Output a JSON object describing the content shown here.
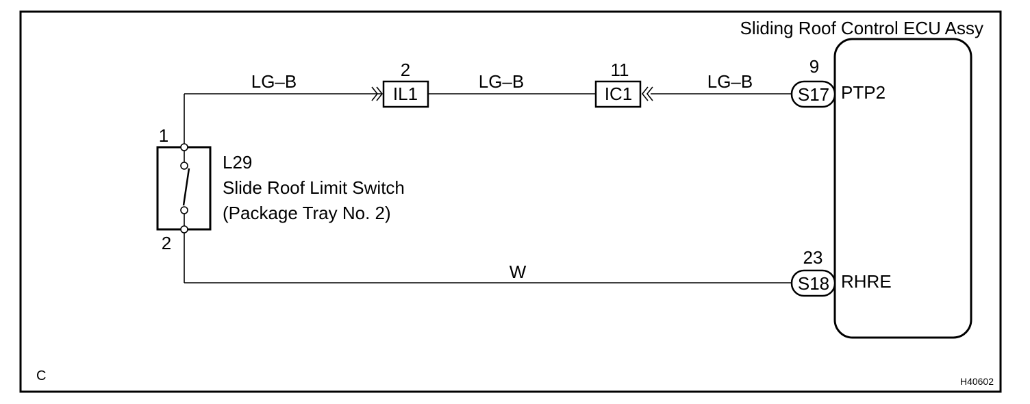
{
  "frame": {
    "corner_label": "C",
    "figure_code": "H40602"
  },
  "ecu": {
    "title": "Sliding Roof Control ECU Assy",
    "pins": [
      {
        "connector": "S17",
        "pin": "9",
        "name": "PTP2"
      },
      {
        "connector": "S18",
        "pin": "23",
        "name": "RHRE"
      }
    ]
  },
  "switch": {
    "code": "L29",
    "name": "Slide Roof Limit Switch",
    "location": "(Package Tray No. 2)",
    "pin_top": "1",
    "pin_bottom": "2"
  },
  "junctions": [
    {
      "connector": "IL1",
      "pin": "2"
    },
    {
      "connector": "IC1",
      "pin": "11"
    }
  ],
  "wires": {
    "upper": [
      "LG–B",
      "LG–B",
      "LG–B"
    ],
    "lower": "W"
  }
}
